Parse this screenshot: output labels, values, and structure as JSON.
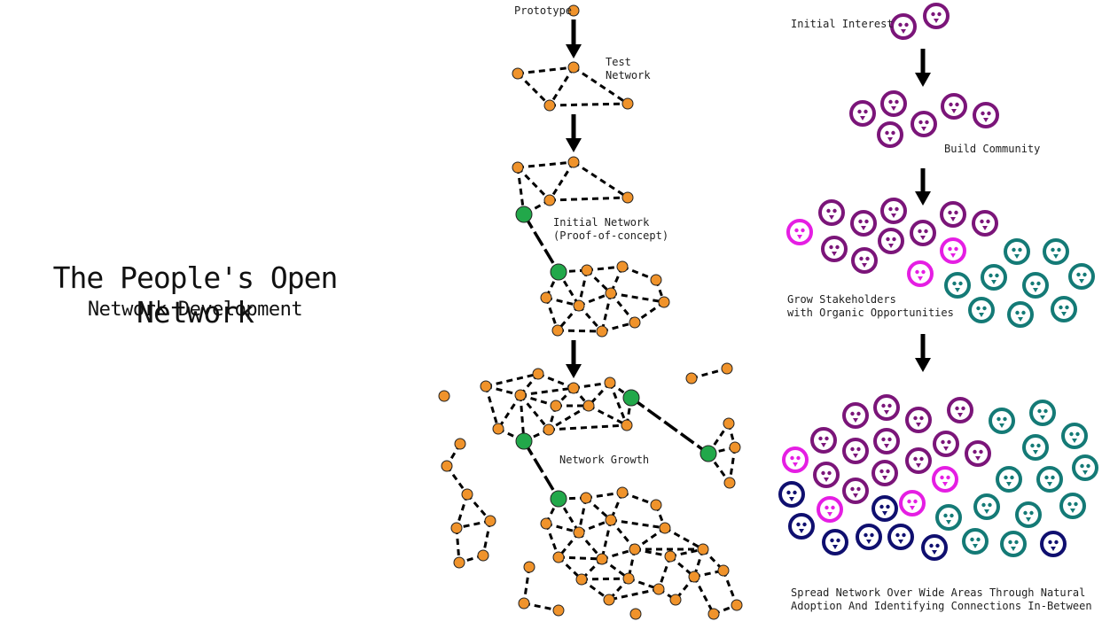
{
  "title": "The People's Open Network",
  "subtitle": "Network Development",
  "colors": {
    "node": "#f0932b",
    "gateway": "#22a84a",
    "purple": "#7b1579",
    "magenta": "#e51ee3",
    "teal": "#147a76",
    "navy": "#0f0f6f",
    "edge": "#000000"
  },
  "network_stages": [
    {
      "label": "Prototype"
    },
    {
      "label": "Test\nNetwork"
    },
    {
      "label": "Initial Network\n(Proof-of-concept)"
    },
    {
      "label": "Network Growth"
    }
  ],
  "community_stages": [
    {
      "label": "Initial Interest"
    },
    {
      "label": "Build Community"
    },
    {
      "label": "Grow Stakeholders\nwith Organic Opportunities"
    },
    {
      "label": "Spread Network Over Wide Areas Through Natural\nAdoption And Identifying Connections In-Between"
    }
  ],
  "icons": {
    "arrow": "down-arrow-icon",
    "node": "mesh-node-icon",
    "gateway": "gateway-node-icon",
    "person": "person-face-icon"
  }
}
